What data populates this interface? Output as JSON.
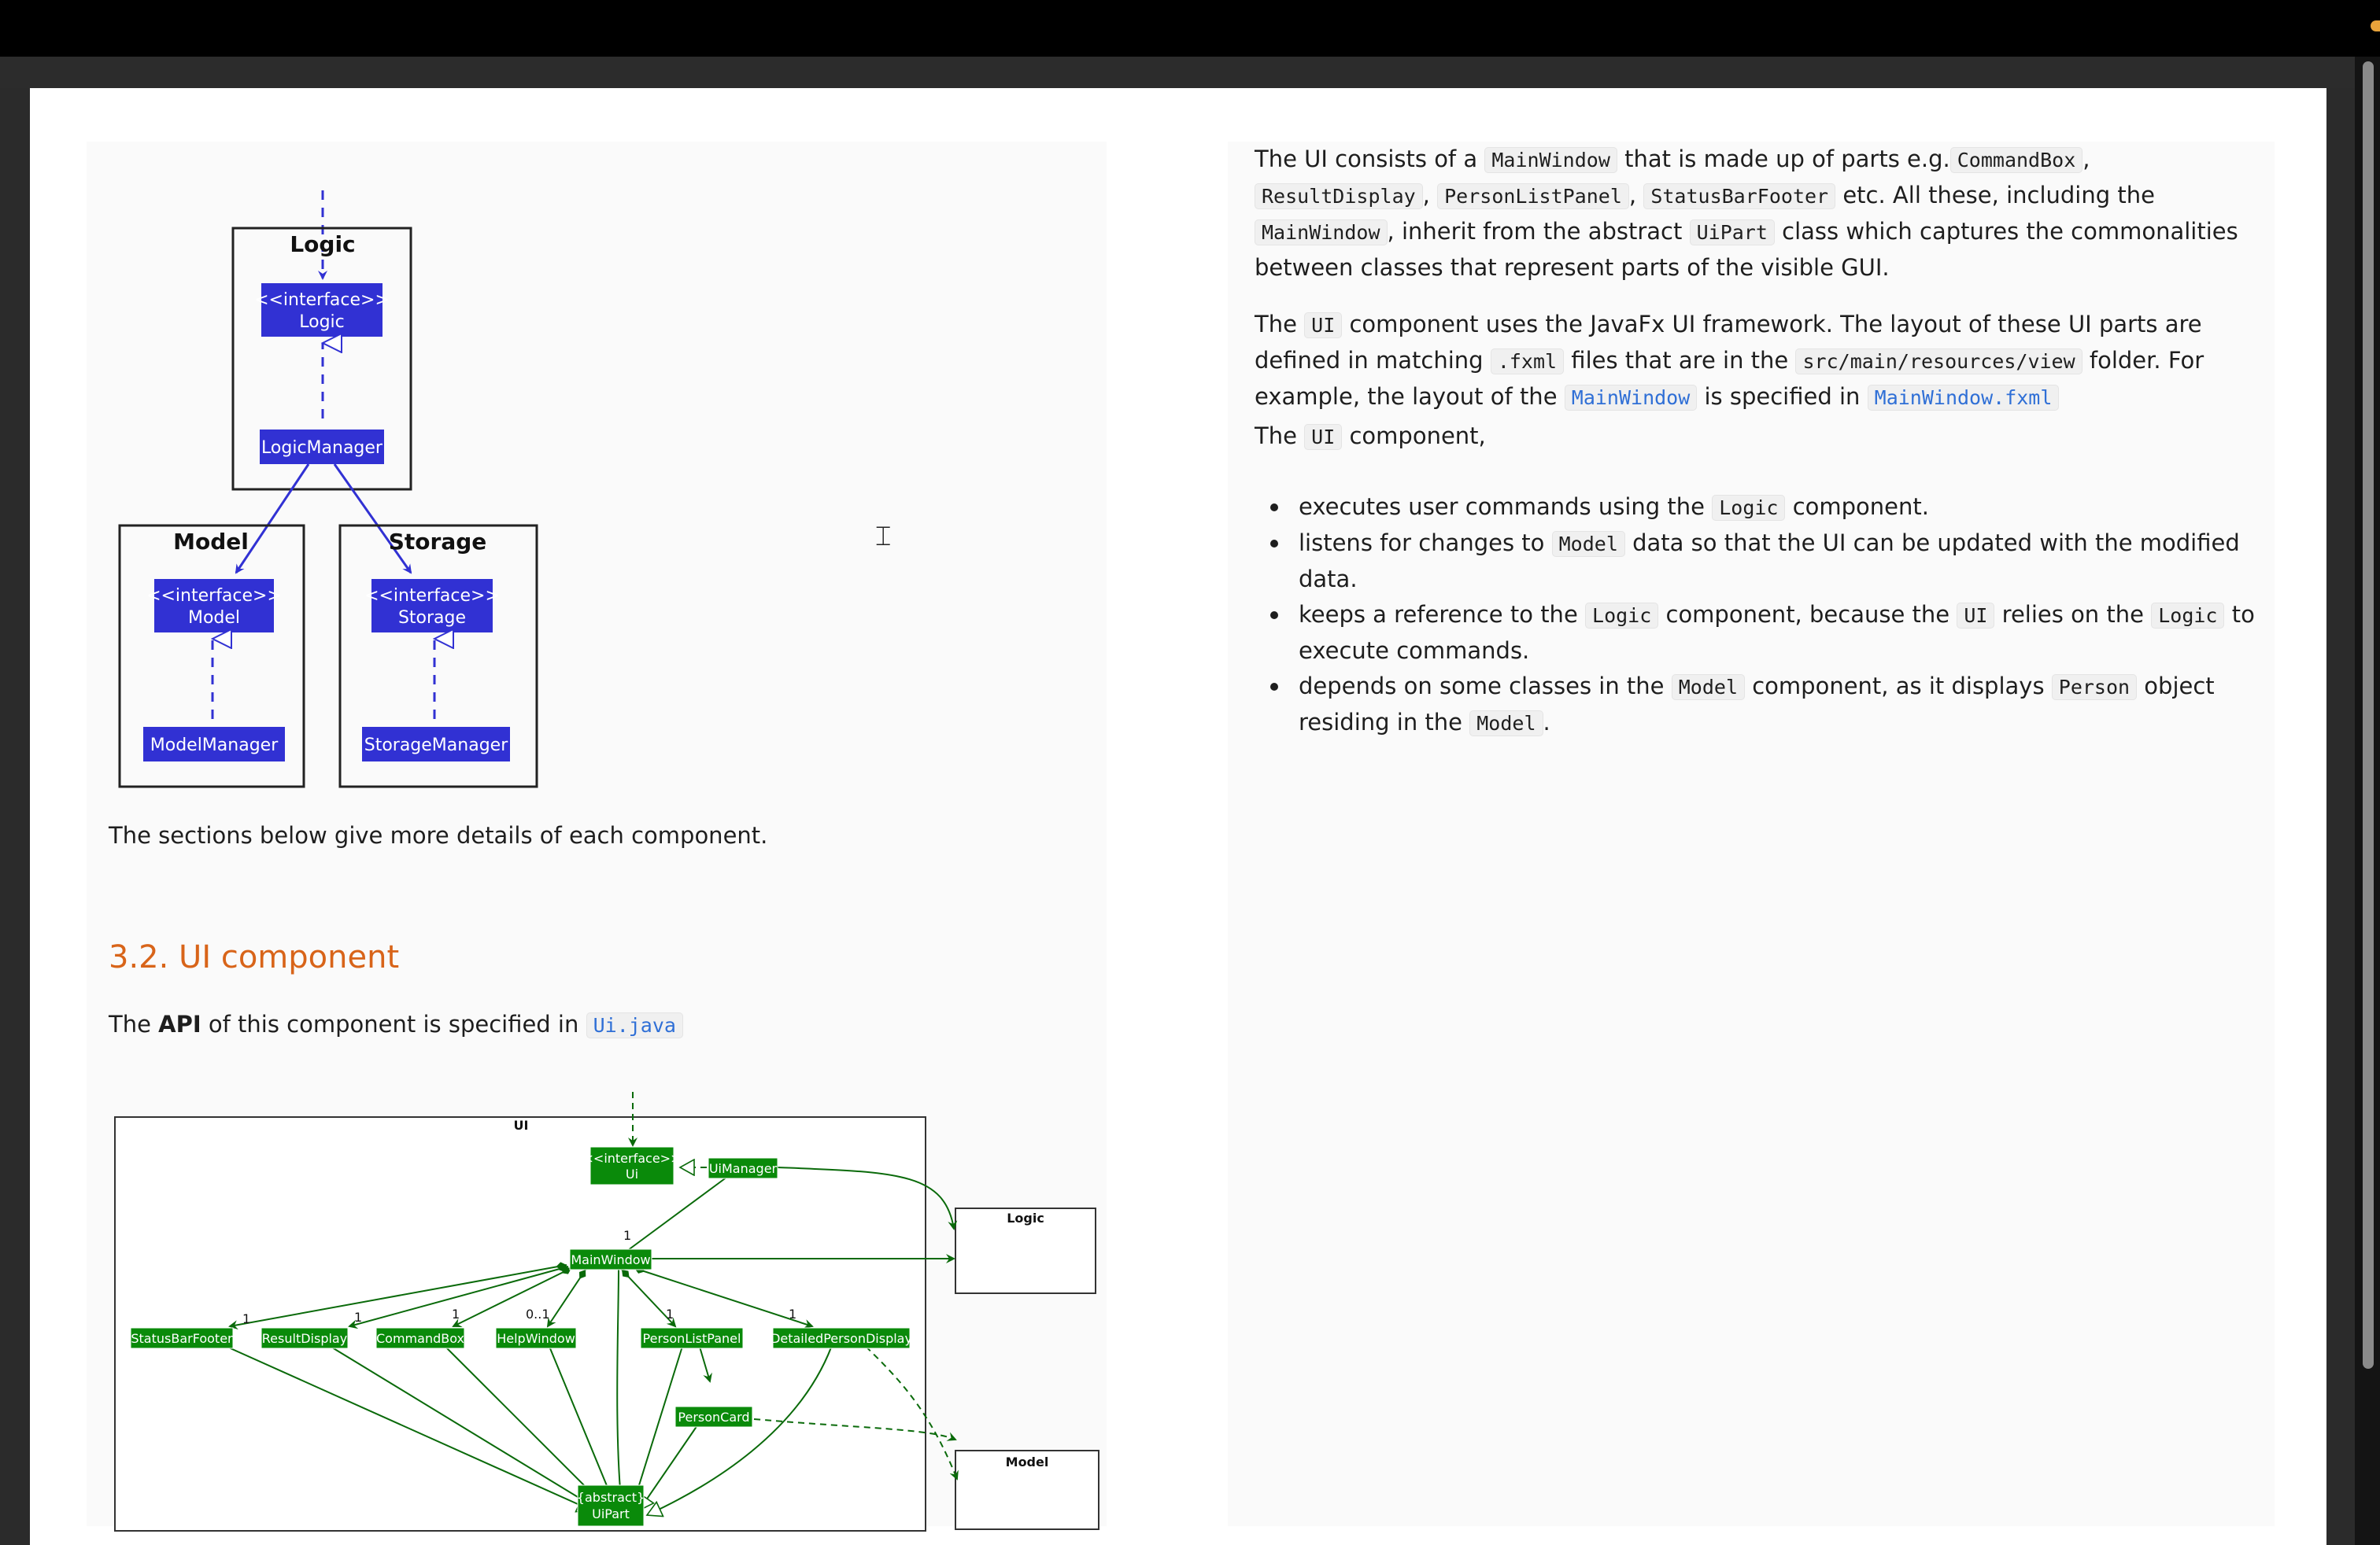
{
  "intro": {
    "p1": [
      {
        "t": "The UI consists of a "
      },
      {
        "c": "MainWindow"
      },
      {
        "t": " that is made up of parts e.g."
      },
      {
        "c": "CommandBox"
      },
      {
        "t": ", "
      },
      {
        "c": "ResultDisplay"
      },
      {
        "t": ", "
      },
      {
        "c": "PersonListPanel"
      },
      {
        "t": ", "
      },
      {
        "c": "StatusBarFooter"
      },
      {
        "t": " etc. All these, including the "
      },
      {
        "c": "MainWindow"
      },
      {
        "t": ", inherit from the abstract "
      },
      {
        "c": "UiPart"
      },
      {
        "t": " class which captures the commonalities between classes that represent parts of the visible GUI."
      }
    ],
    "p2": [
      {
        "t": "The "
      },
      {
        "c": "UI"
      },
      {
        "t": " component uses the JavaFx UI framework. The layout of these UI parts are defined in matching "
      },
      {
        "c": ".fxml"
      },
      {
        "t": " files that are in the "
      },
      {
        "c": "src/main/resources/view"
      },
      {
        "t": " folder. For example, the layout of the "
      },
      {
        "l": "MainWindow"
      },
      {
        "t": " is specified in "
      },
      {
        "l": "MainWindow.fxml"
      }
    ],
    "p3": [
      {
        "t": "The "
      },
      {
        "c": "UI"
      },
      {
        "t": " component,"
      }
    ],
    "bullets": [
      [
        {
          "t": "executes user commands using the "
        },
        {
          "c": "Logic"
        },
        {
          "t": " component."
        }
      ],
      [
        {
          "t": "listens for changes to "
        },
        {
          "c": "Model"
        },
        {
          "t": " data so that the UI can be updated with the modified data."
        }
      ],
      [
        {
          "t": "keeps a reference to the "
        },
        {
          "c": "Logic"
        },
        {
          "t": " component, because the "
        },
        {
          "c": "UI"
        },
        {
          "t": " relies on the "
        },
        {
          "c": "Logic"
        },
        {
          "t": " to execute commands."
        }
      ],
      [
        {
          "t": "depends on some classes in the "
        },
        {
          "c": "Model"
        },
        {
          "t": " component, as it displays "
        },
        {
          "c": "Person"
        },
        {
          "t": " object residing in the "
        },
        {
          "c": "Model"
        },
        {
          "t": "."
        }
      ]
    ]
  },
  "left": {
    "sections_text": "The sections below give more details of each component.",
    "section_heading": "3.2. UI component",
    "api_prefix": "The ",
    "api_bold": "API",
    "api_middle": " of this component is specified in ",
    "api_link": "Ui.java"
  },
  "arch_diagram": {
    "logic_title": "Logic",
    "logic_iface_1": "<<interface>>",
    "logic_iface_2": "Logic",
    "logic_manager": "LogicManager",
    "model_title": "Model",
    "model_iface_1": "<<interface>>",
    "model_iface_2": "Model",
    "model_manager": "ModelManager",
    "storage_title": "Storage",
    "storage_iface_1": "<<interface>>",
    "storage_iface_2": "Storage",
    "storage_manager": "StorageManager",
    "box_color": "#3131d3"
  },
  "ui_diagram": {
    "ui_title": "UI",
    "ui_iface_1": "<<interface>>",
    "ui_iface_2": "Ui",
    "ui_manager": "UiManager",
    "main_window": "MainWindow",
    "status_bar": "StatusBarFooter",
    "result_display": "ResultDisplay",
    "command_box": "CommandBox",
    "help_window": "HelpWindow",
    "person_list_panel": "PersonListPanel",
    "detailed_person": "DetailedPersonDisplay",
    "person_card": "PersonCard",
    "uipart_1": "{abstract}",
    "uipart_2": "UiPart",
    "logic_box": "Logic",
    "model_box": "Model",
    "m_one": "1",
    "m_zero_one": "0..1",
    "box_color": "#0a8a0a"
  },
  "colors": {
    "heading": "#d86419",
    "link": "#2f6fd6"
  }
}
